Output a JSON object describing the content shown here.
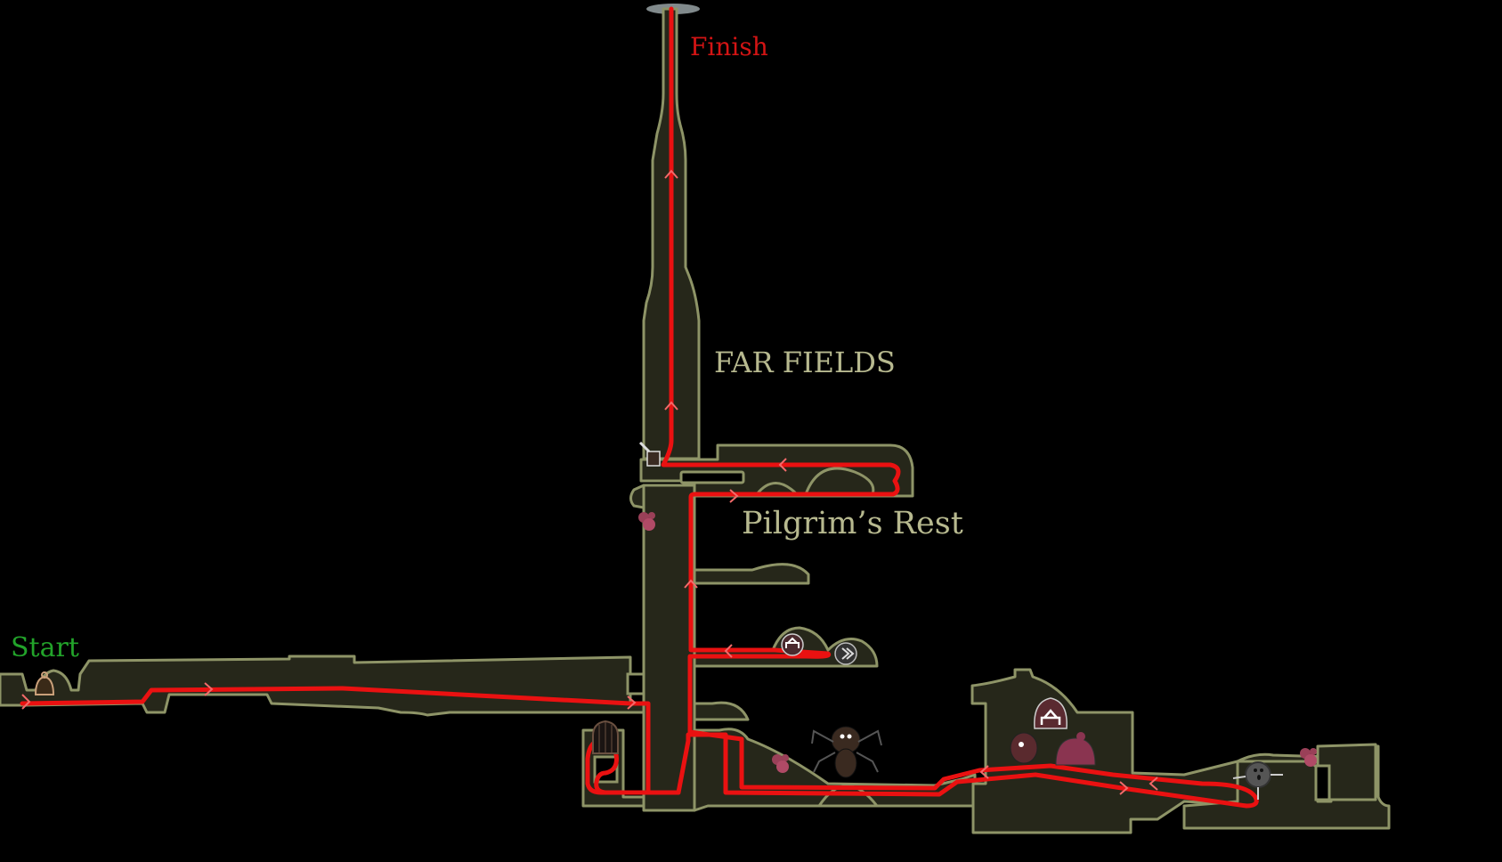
{
  "map": {
    "labels": {
      "finish": "Finish",
      "start": "Start",
      "area_far_fields": "FAR FIELDS",
      "area_pilgrims_rest": "Pilgrim’s Rest"
    },
    "colors": {
      "background": "#000000",
      "room_fill": "#26271a",
      "room_outline": "#8e9467",
      "route": "#ea1111",
      "route_arrows": "#f36a6a",
      "start_label": "#22a32a",
      "finish_label": "#d31414",
      "area_label": "#b7b98f"
    },
    "markers": [
      {
        "name": "bell-shrine-start",
        "icon": "bell-icon"
      },
      {
        "name": "lever-key",
        "icon": "key-icon"
      },
      {
        "name": "rosary-beads-1",
        "icon": "rosary-icon"
      },
      {
        "name": "bench-pilgrims-rest",
        "icon": "bench-icon"
      },
      {
        "name": "fast-travel",
        "icon": "fast-travel-icon"
      },
      {
        "name": "caged-bug",
        "icon": "cage-icon"
      },
      {
        "name": "rosary-beads-2",
        "icon": "rosary-icon"
      },
      {
        "name": "spider-enemy",
        "icon": "spider-icon"
      },
      {
        "name": "vendor-bench",
        "icon": "bench-icon"
      },
      {
        "name": "vendor-npc",
        "icon": "npc-icon"
      },
      {
        "name": "spiked-enemy",
        "icon": "spike-ball-icon"
      },
      {
        "name": "rosary-beads-3",
        "icon": "rosary-icon"
      }
    ]
  }
}
